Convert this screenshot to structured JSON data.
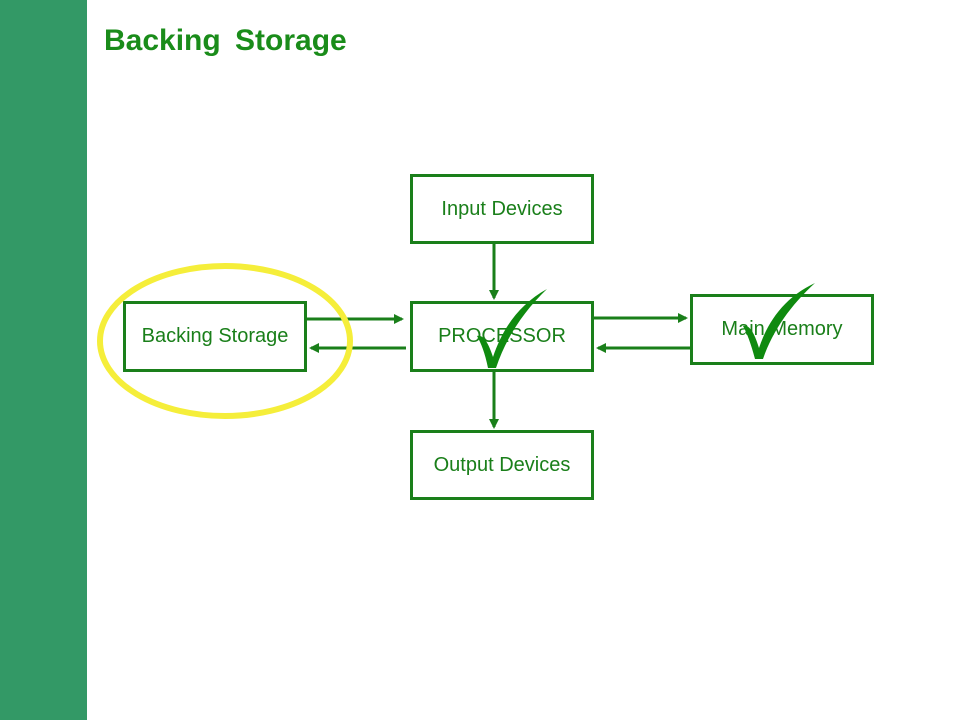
{
  "slide": {
    "title": "Backing Storage"
  },
  "diagram": {
    "nodes": {
      "input": "Input Devices",
      "processor": "PROCESSOR",
      "output": "Output Devices",
      "backing_storage": "Backing Storage",
      "main_memory": "Main Memory"
    },
    "highlighted_node": "backing_storage",
    "checked_nodes": [
      "processor",
      "main_memory"
    ]
  },
  "colors": {
    "accent_band": "#339966",
    "diagram_green": "#1a7f1a",
    "title_green": "#1a8c1a",
    "highlight_yellow": "#f5ee3a"
  }
}
